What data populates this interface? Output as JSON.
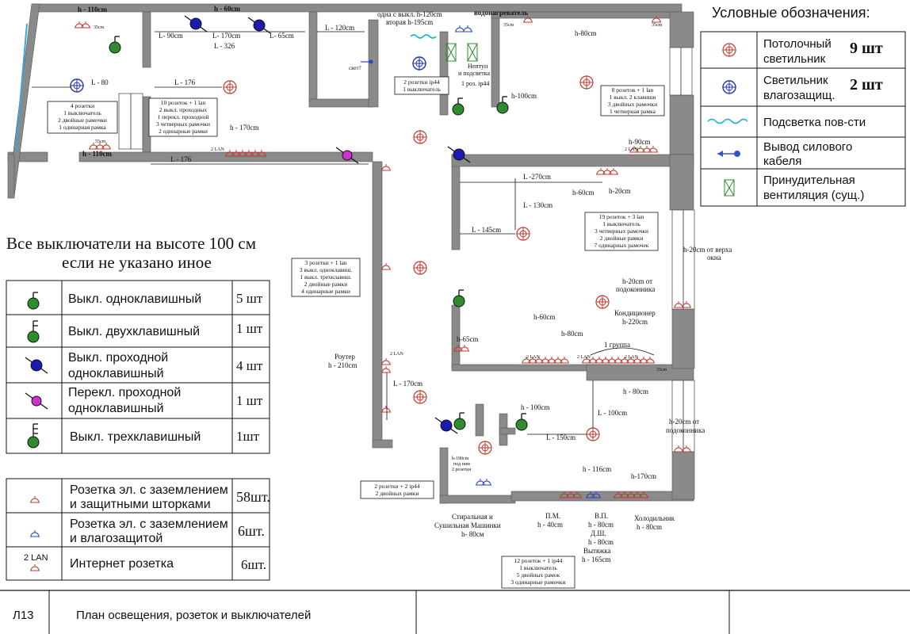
{
  "legend": {
    "title": "Условные обозначения:",
    "items": [
      {
        "label1": "Потолочный",
        "label2": "светильник",
        "count": "9 шт",
        "icon": "ceiling-light-icon"
      },
      {
        "label1": "Светильник",
        "label2": "влагозащищ.",
        "count": "2 шт",
        "icon": "waterproof-light-icon"
      },
      {
        "label1": "Подсветка пов-сти",
        "label2": "",
        "count": "",
        "icon": "surface-backlight-icon"
      },
      {
        "label1": "Вывод силового",
        "label2": "кабеля",
        "count": "",
        "icon": "power-cable-outlet-icon"
      },
      {
        "label1": "Принудительная",
        "label2": "вентиляция (сущ.)",
        "count": "",
        "icon": "forced-ventilation-icon"
      }
    ]
  },
  "switches": {
    "heading1": "Все выключатели на высоте 100 см",
    "heading2": "если не указано иное",
    "items": [
      {
        "label1": "Выкл. одноклавишный",
        "label2": "",
        "count": "5 шт"
      },
      {
        "label1": "Выкл. двухклавишный",
        "label2": "",
        "count": "1 шт"
      },
      {
        "label1": "Выкл. проходной",
        "label2": "одноклавишный",
        "count": "4 шт"
      },
      {
        "label1": "Перекл. проходной",
        "label2": "одноклавишный",
        "count": "1 шт"
      },
      {
        "label1": "Выкл. трехклавишный",
        "label2": "",
        "count": "1шт"
      }
    ]
  },
  "sockets": {
    "items": [
      {
        "label1": "Розетка эл. с заземлением",
        "label2": "и защитными шторками",
        "count": "58шт."
      },
      {
        "label1": "Розетка эл. с заземлением",
        "label2": "и  влагозащитой",
        "count": "6шт."
      },
      {
        "label1": "Интернет розетка",
        "label2": "",
        "count": "6шт.",
        "symbol_text": "2 LAN"
      }
    ]
  },
  "title_block": {
    "sheet": "Л13",
    "title": "План освещения, розеток и выключателей"
  },
  "plan": {
    "labels": [
      "h - 110cm",
      "h - 60cm",
      "35cm",
      "L- 90cm",
      "L- 170cm",
      "L- 65cm",
      "L - 326",
      "L - 120cm",
      "одна с выкл. h-120cm",
      "вторая h-195cm",
      "водонагреватель",
      "35cm",
      "h-80cm",
      "35cm",
      "свет?",
      "Нептун",
      "и подсветка",
      "1 роз. ip44",
      "L - 80",
      "L - 176",
      "h-100cm",
      "h - 170cm",
      "2 LAN",
      "55cm",
      "h - 110cm",
      "L - 176",
      "h-90cm",
      "2 LAN",
      "L -270cm",
      "h-60cm",
      "h-20cm",
      "L - 130cm",
      "L - 145cm",
      "h-20cm от верха",
      "окна",
      "h-20cm от",
      "подоконника",
      "Кондиционер",
      "h-220cm",
      "h-65cm",
      "h-60cm",
      "h-80cm",
      "1 группа",
      "2 LAN",
      "2 LAN",
      "2 LAN",
      "35cm",
      "h - 80cm",
      "Роутер",
      "h - 210cm",
      "2 LAN",
      "L - 170cm",
      "L - 100cm",
      "h - 100cm",
      "L - 150cm",
      "h-20cm от",
      "подоконника",
      "h-190cm",
      "под ним",
      "2 розетки",
      "h - 116cm",
      "h-170cm",
      "Стиральная и",
      "Сушильная Машинки",
      "h- 80cм",
      "П.М.",
      "h - 40cm",
      "В.П.",
      "h - 80cm",
      "Д.Ш.",
      "h - 80cm",
      "Вытяжка",
      "h - 165cm",
      "Холодильник",
      "h - 80cm"
    ],
    "notes": [
      {
        "lines": [
          "4 розетки",
          "1 выключатель",
          "2 двойные рамочки",
          "1 одинарная рамка"
        ]
      },
      {
        "lines": [
          "10 розеток + 1 lan",
          "2 выкл. проходных",
          "1 перекл. проходной",
          "3 четверных рамочки",
          "2 одинарные рамки"
        ]
      },
      {
        "lines": [
          "2 розетки ip44",
          "1 выключатель"
        ]
      },
      {
        "lines": [
          "8 розеток + 1 lan",
          "1 выкл. 2 клавиши",
          "3 двойных рамочки",
          "1 четверная рамка"
        ]
      },
      {
        "lines": [
          "19 розеток + 3 lan",
          "1 выключатель",
          "3 четверных рамочки",
          "2 двойные рамки",
          "7 одинарных рамочек"
        ]
      },
      {
        "lines": [
          "3 розетки + 1 lan",
          "3 выкл. одноклавиш.",
          "1 выкл. трехклавиш.",
          "2 двойные рамки",
          "4 одинарные рамки"
        ]
      },
      {
        "lines": [
          "2 розетки + 2 ip44",
          "2 двойных рамки"
        ]
      },
      {
        "lines": [
          "12 розеток + 1 ip44",
          "1 выключатель",
          "5 двойных рамок",
          "3 одинарные рамочки"
        ]
      }
    ]
  },
  "colors": {
    "ceiling_light": "#c0392b",
    "waterproof_light": "#2233aa",
    "switch_single": "#2e8b2e",
    "switch_pass": "#1b1bb0",
    "switch_cross": "#cc33cc",
    "backlight": "#22b3d6",
    "wall": "#8a8a8a"
  }
}
